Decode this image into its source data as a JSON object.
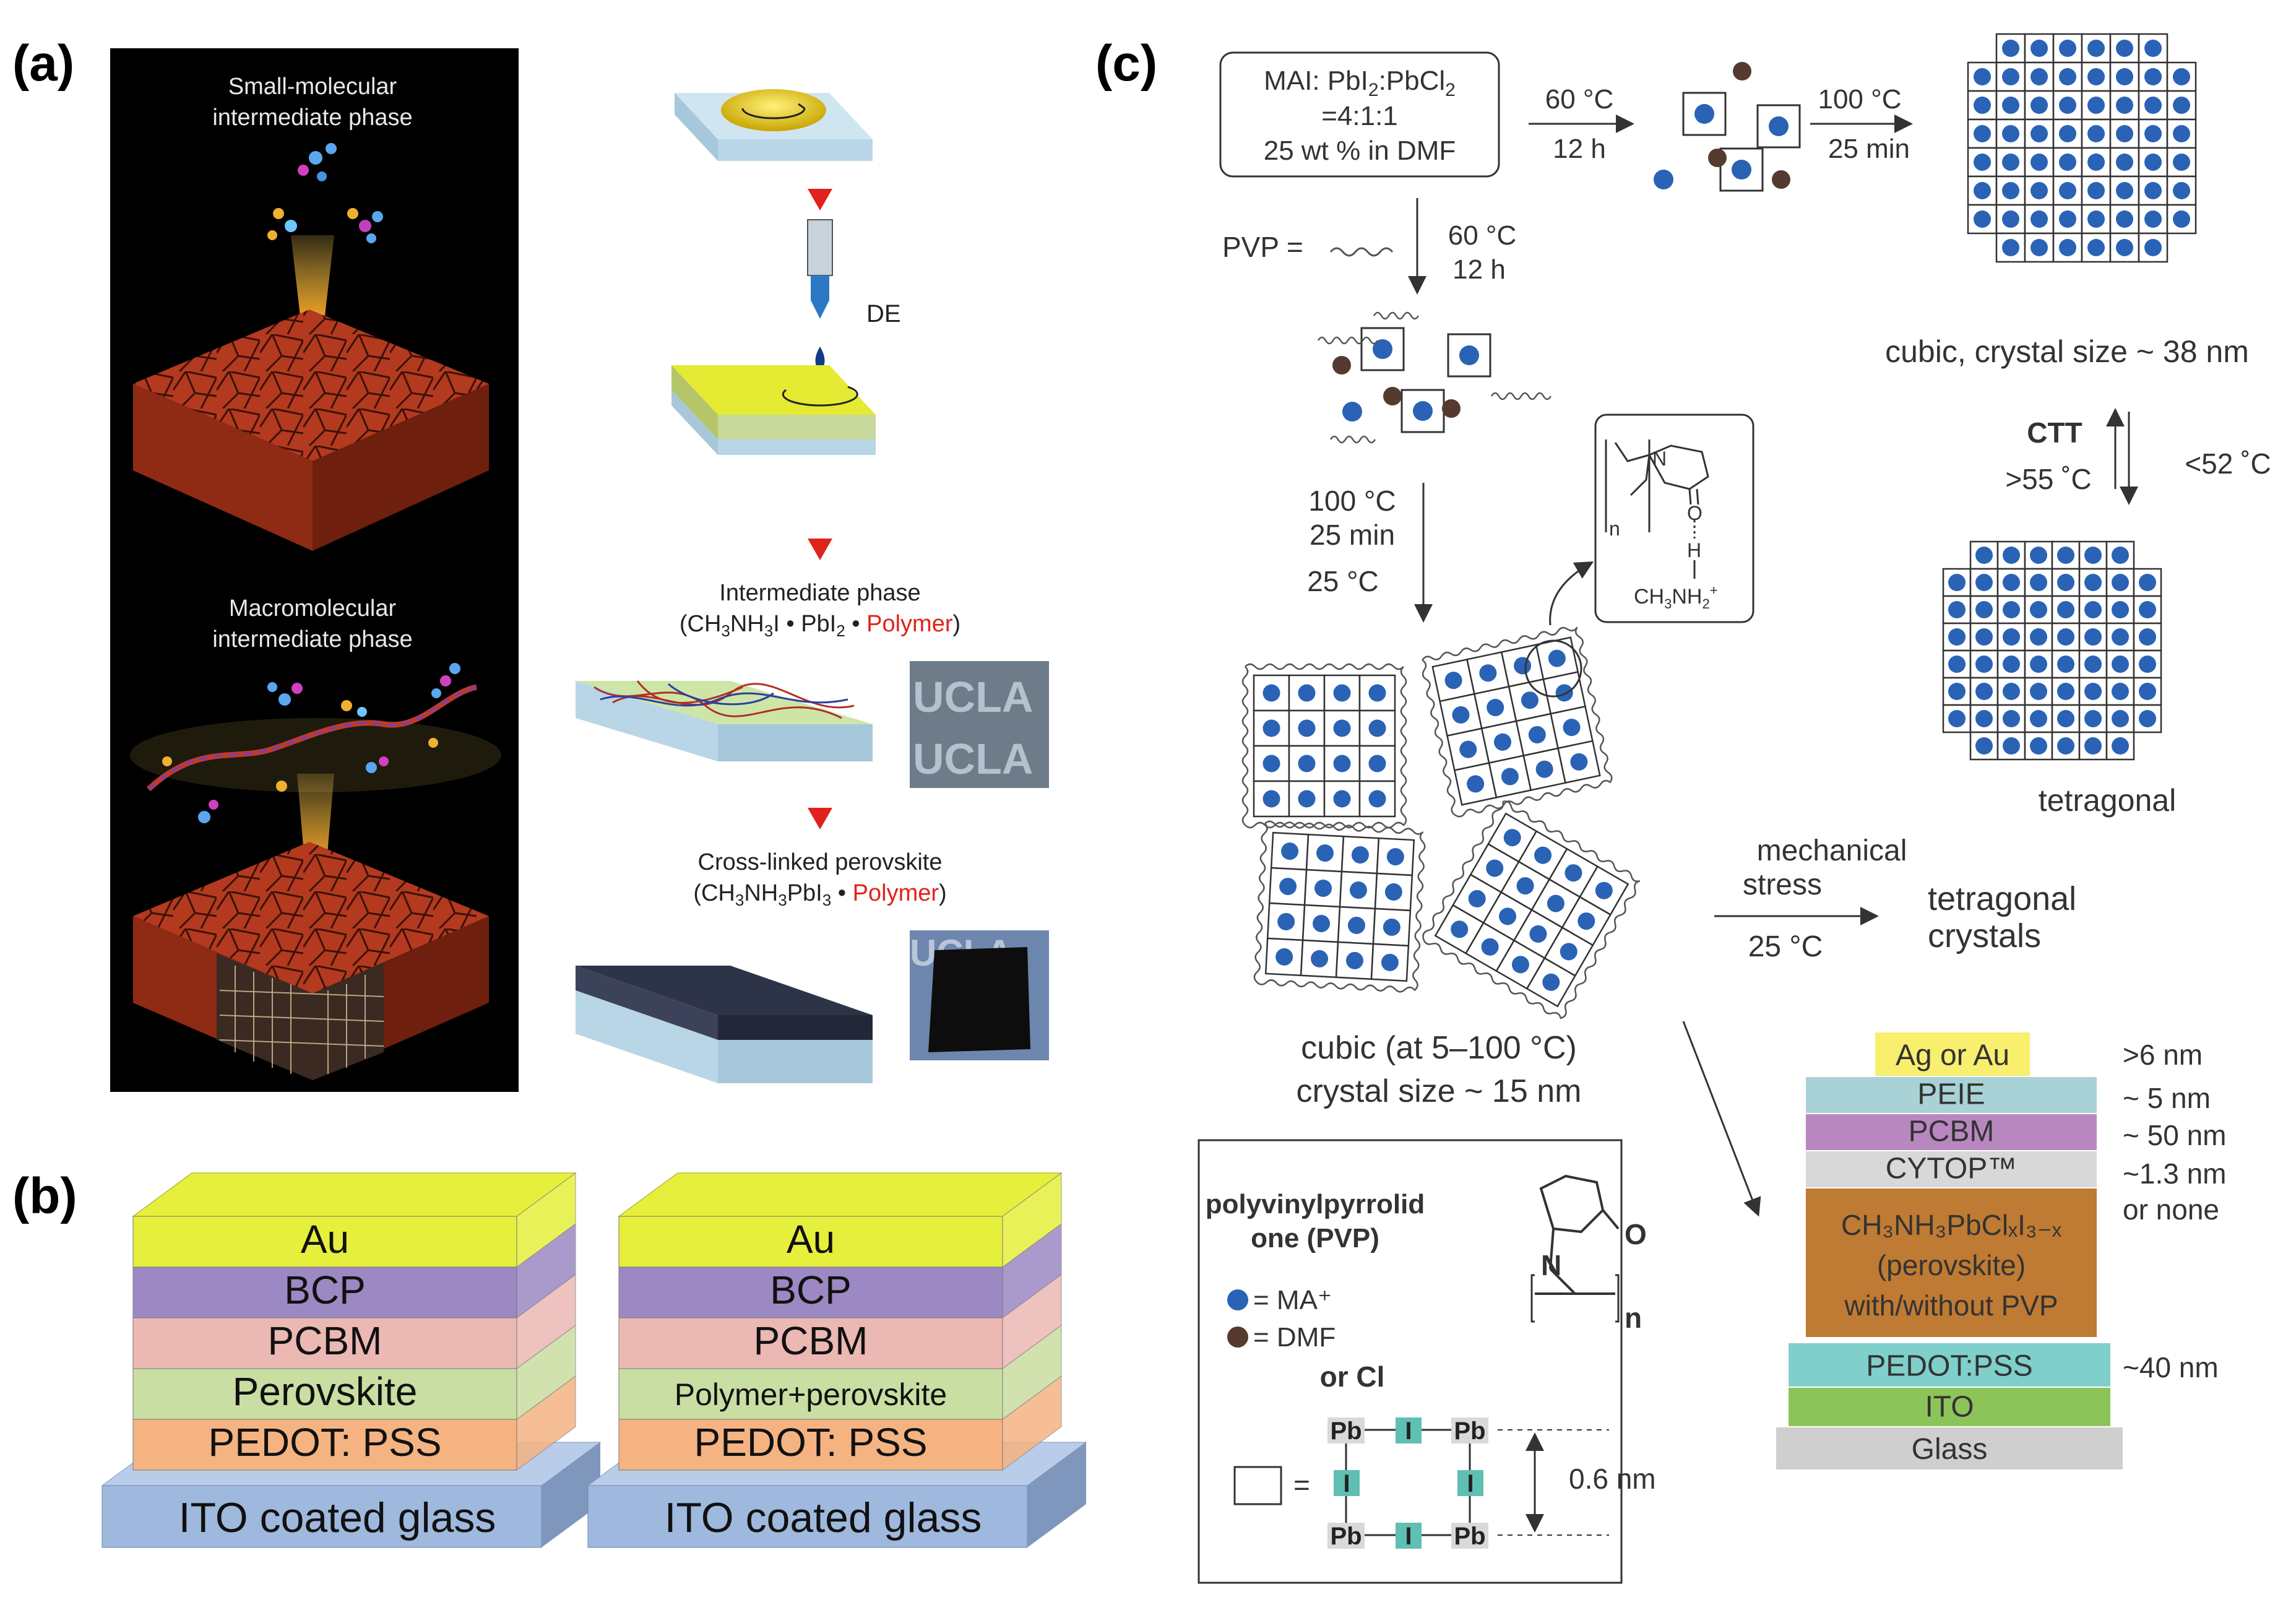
{
  "panel_a": {
    "label": "(a)",
    "small_title_1": "Small-molecular",
    "small_title_2": "intermediate phase",
    "macro_title_1": "Macromolecular",
    "macro_title_2": "intermediate phase",
    "de_label": "DE",
    "intermediate_title": "Intermediate phase",
    "intermediate_formula_a": "(CH",
    "intermediate_formula_b": "NH",
    "intermediate_formula_c": "I • PbI",
    "intermediate_formula_d": " • ",
    "intermediate_formula_polymer": "Polymer",
    "intermediate_formula_end": ")",
    "crosslinked_title": "Cross-linked perovskite",
    "crosslinked_formula_a": "(CH",
    "crosslinked_formula_b": "NH",
    "crosslinked_formula_c": "PbI",
    "crosslinked_formula_d": " • ",
    "crosslinked_formula_polymer": "Polymer",
    "crosslinked_formula_end": ")",
    "sub_3": "3",
    "sub_2": "2",
    "photo_text": "UCLA"
  },
  "panel_b": {
    "label": "(b)",
    "stack_left": [
      "Au",
      "BCP",
      "PCBM",
      "Perovskite",
      "PEDOT: PSS",
      "ITO coated glass"
    ],
    "stack_right": [
      "Au",
      "BCP",
      "PCBM",
      "Polymer+perovskite",
      "PEDOT: PSS",
      "ITO coated glass"
    ]
  },
  "panel_c": {
    "label": "(c)",
    "recipe_line1": "MAI: PbI",
    "recipe_line1b": ":PbCl",
    "recipe_line2": "=4:1:1",
    "recipe_line3": "25 wt % in DMF",
    "step1_temp": "60 °C",
    "step1_time": "12 h",
    "step2_temp": "100 °C",
    "step2_time": "25 min",
    "pvp_eq": "PVP =",
    "down1_temp": "60 °C",
    "down1_time": "12 h",
    "down2_temp": "100 °C",
    "down2_time": "25 min",
    "down2_cool": "25 °C",
    "cubic_38": "cubic, crystal size ~ 38 nm",
    "ctt": "CTT",
    "ctt_up": ">55 ˚C",
    "ctt_down": "<52 ˚C",
    "tetragonal": "tetragonal",
    "mech_1": "mechanical",
    "mech_2": "stress",
    "mech_temp": "25 °C",
    "tet_cryst_1": "tetragonal",
    "tet_cryst_2": "crystals",
    "cubic_15_1": "cubic (at 5–100 °C)",
    "cubic_15_2": "crystal size ~ 15 nm",
    "hbond_n": "n",
    "hbond_N": "N",
    "hbond_O": "O",
    "hbond_H": "H",
    "hbond_ch3nh2": "CH",
    "hbond_sub3": "3",
    "hbond_nh2": "NH",
    "hbond_sub2": "2",
    "hbond_plus": "+",
    "legend_title_1": "polyvinylpyrrolid",
    "legend_title_2": "one (PVP)",
    "legend_ma": "= MA⁺",
    "legend_dmf": "= DMF",
    "legend_orcl": "or Cl",
    "legend_pb": "Pb",
    "legend_i": "I",
    "legend_eq": "=",
    "legend_dist": "0.6 nm",
    "legend_N": "N",
    "legend_O": "O",
    "legend_n": "n",
    "device_layers": [
      "Ag or Au",
      "PEIE",
      "PCBM",
      "CYTOP™",
      "CH₃NH₃PbClₓI₃₋ₓ",
      "(perovskite)",
      "with/without PVP",
      "PEDOT:PSS",
      "ITO",
      "Glass"
    ],
    "device_thickness": [
      ">6 nm",
      "~ 5 nm",
      "~ 50 nm",
      "~1.3 nm",
      "or none",
      "~40 nm"
    ]
  },
  "colors": {
    "au": "#e6ef3c",
    "bcp": "#9c88c2",
    "pcbm": "#ecb8b4",
    "perovskite": "#c9dea2",
    "pedot": "#f5b382",
    "ito": "#9fb8dd",
    "ma_dot": "#2a63b5",
    "dmf_dot": "#553a30",
    "teal": "#5fbfb2",
    "red_arrow": "#e0221c",
    "polymer_red": "#e0221c"
  }
}
